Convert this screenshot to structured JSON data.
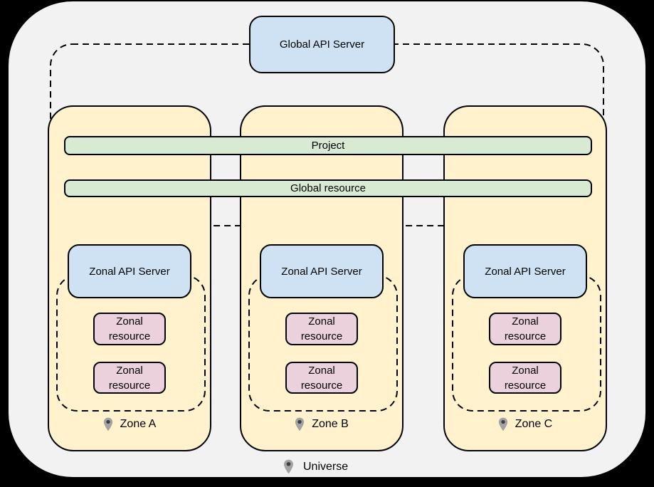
{
  "colors": {
    "canvas_bg": "#000000",
    "universe_bg": "#f2f2f2",
    "zone_fill": "#fff2cc",
    "api_fill": "#cfe2f3",
    "bar_fill": "#d9ead3",
    "resource_fill": "#ead1dc",
    "line": "#000000",
    "pin_body": "#a3a3a3",
    "pin_dot": "#3f3f3f"
  },
  "global_api_server": {
    "label": "Global API Server"
  },
  "bars": {
    "project": "Project",
    "global_resource": "Global resource"
  },
  "zones": [
    {
      "name": "Zone A",
      "api_server_label": "Zonal API Server",
      "resources": [
        "Zonal resource",
        "Zonal resource"
      ]
    },
    {
      "name": "Zone B",
      "api_server_label": "Zonal API Server",
      "resources": [
        "Zonal resource",
        "Zonal resource"
      ]
    },
    {
      "name": "Zone C",
      "api_server_label": "Zonal API Server",
      "resources": [
        "Zonal resource",
        "Zonal resource"
      ]
    }
  ],
  "universe": {
    "label": "Universe"
  }
}
